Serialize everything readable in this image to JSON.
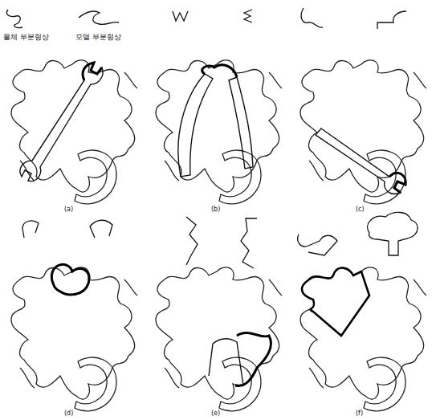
{
  "diagram": {
    "labels": [
      "물체 부분형상",
      "모델 부분형상",
      "(a)",
      "(b)",
      "(c)",
      "(d)",
      "(e)",
      "(f)"
    ]
  }
}
